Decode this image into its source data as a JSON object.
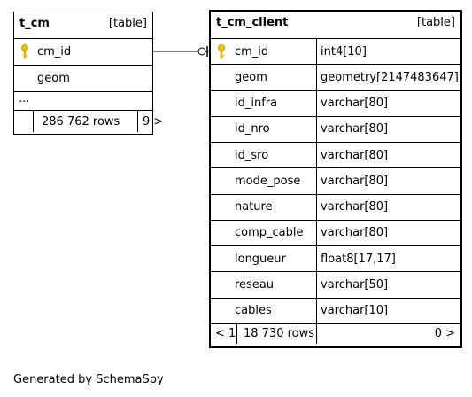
{
  "tables": {
    "t_cm": {
      "name": "t_cm",
      "kind": "[table]",
      "columns": [
        {
          "name": "cm_id",
          "icon": "key-icon"
        },
        {
          "name": "geom"
        }
      ],
      "ellipsis": "...",
      "footer": {
        "rows": "286 762 rows",
        "children": "9 >"
      }
    },
    "t_cm_client": {
      "name": "t_cm_client",
      "kind": "[table]",
      "columns": [
        {
          "name": "cm_id",
          "type": "int4[10]",
          "icon": "key-icon"
        },
        {
          "name": "geom",
          "type": "geometry[2147483647]"
        },
        {
          "name": "id_infra",
          "type": "varchar[80]"
        },
        {
          "name": "id_nro",
          "type": "varchar[80]"
        },
        {
          "name": "id_sro",
          "type": "varchar[80]"
        },
        {
          "name": "mode_pose",
          "type": "varchar[80]"
        },
        {
          "name": "nature",
          "type": "varchar[80]"
        },
        {
          "name": "comp_cable",
          "type": "varchar[80]"
        },
        {
          "name": "longueur",
          "type": "float8[17,17]"
        },
        {
          "name": "reseau",
          "type": "varchar[50]"
        },
        {
          "name": "cables",
          "type": "varchar[10]"
        }
      ],
      "footer": {
        "parents": "< 1",
        "rows": "18 730 rows",
        "children": "0 >"
      }
    }
  },
  "generated_by": "Generated by SchemaSpy",
  "colors": {
    "key": "#f2c500",
    "line": "#000000",
    "background": "#ffffff"
  }
}
